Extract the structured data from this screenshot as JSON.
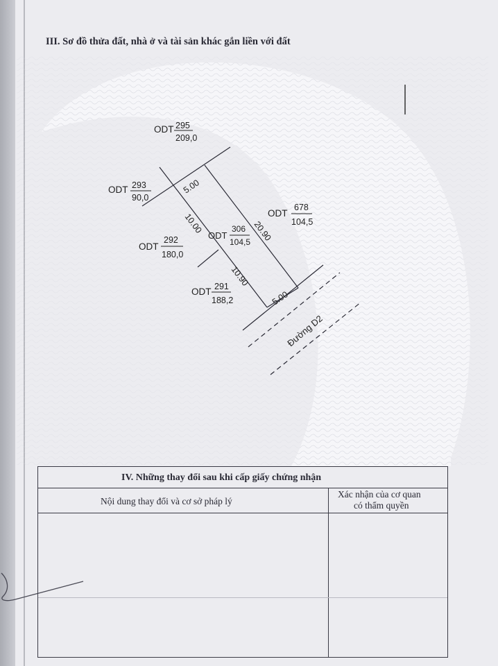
{
  "section3": {
    "heading": "III. Sơ đồ thửa đất, nhà ở và tài sản khác gắn liền với đất"
  },
  "parcels": [
    {
      "type": "ODT",
      "number": "295",
      "area": "209,0"
    },
    {
      "type": "ODT",
      "number": "293",
      "area": "90,0"
    },
    {
      "type": "ODT",
      "number": "292",
      "area": "180,0"
    },
    {
      "type": "ODT",
      "number": "306",
      "area": "104,5"
    },
    {
      "type": "ODT",
      "number": "678",
      "area": "104,5"
    },
    {
      "type": "ODT",
      "number": "291",
      "area": "188,2"
    }
  ],
  "dimensions": {
    "top": "5.00",
    "left_upper": "10.00",
    "left_lower": "10.90",
    "right": "20.90",
    "bottom": "5.00"
  },
  "road": {
    "name": "Đường D2"
  },
  "section4": {
    "heading": "IV. Những thay đổi sau khi cấp giấy chứng nhận",
    "col_content": "Nội dung thay đổi và cơ sở pháp lý",
    "col_confirm_line1": "Xác nhận của cơ quan",
    "col_confirm_line2": "có thẩm quyền"
  },
  "colors": {
    "paper": "#ececf0",
    "ink": "#2a2a35",
    "watermark": "#ffffff"
  }
}
